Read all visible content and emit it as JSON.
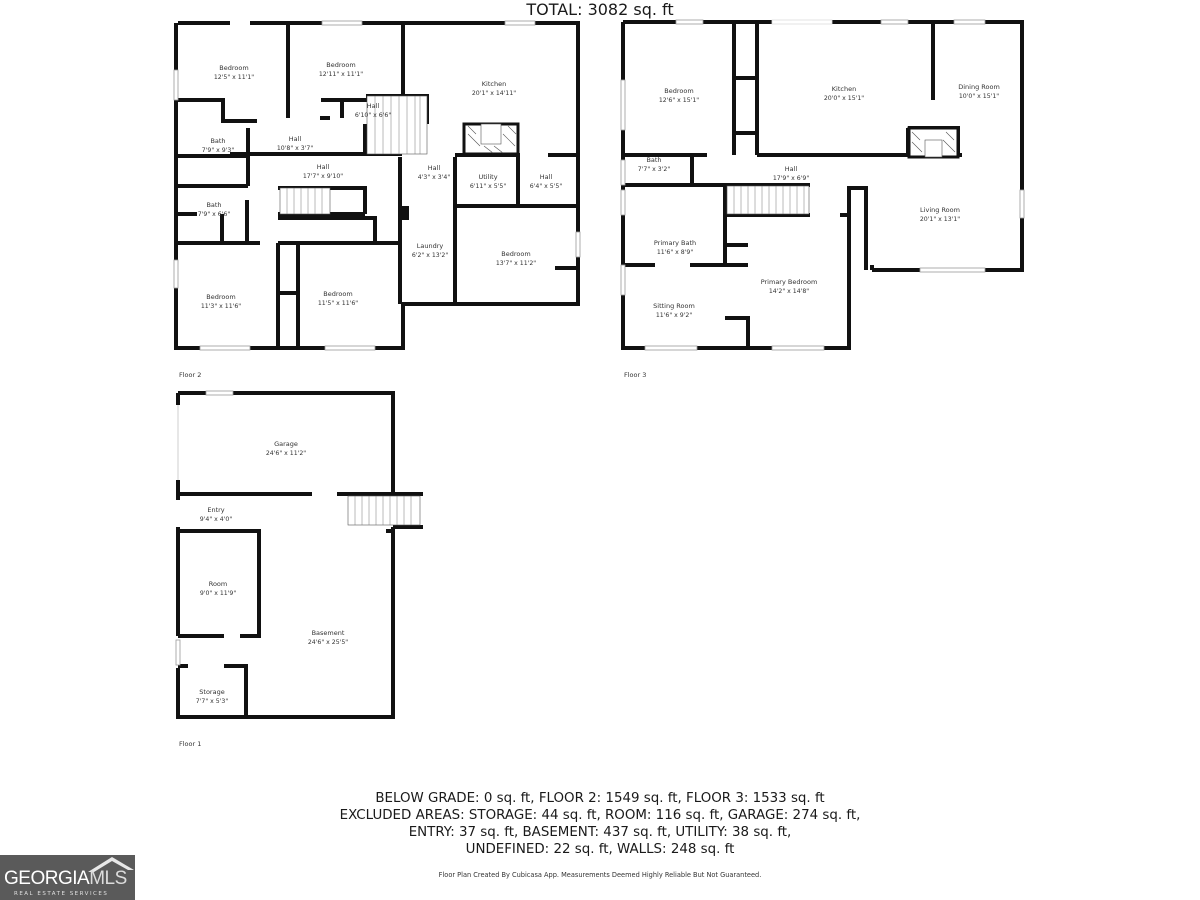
{
  "floors": {
    "floor2": {
      "label": "Floor 2",
      "rooms": [
        {
          "name": "Bedroom",
          "dims": "12'5\" x 11'1\""
        },
        {
          "name": "Bedroom",
          "dims": "12'11\" x 11'1\""
        },
        {
          "name": "Kitchen",
          "dims": "20'1\" x 14'11\""
        },
        {
          "name": "Hall",
          "dims": "6'10\" x 6'6\""
        },
        {
          "name": "Bath",
          "dims": "7'9\" x 9'3\""
        },
        {
          "name": "Hall",
          "dims": "10'8\" x 3'7\""
        },
        {
          "name": "Hall",
          "dims": "17'7\" x 9'10\""
        },
        {
          "name": "Hall",
          "dims": "4'3\" x 3'4\""
        },
        {
          "name": "Utility",
          "dims": "6'11\" x 5'5\""
        },
        {
          "name": "Hall",
          "dims": "6'4\" x 5'5\""
        },
        {
          "name": "Bath",
          "dims": "7'9\" x 6'6\""
        },
        {
          "name": "Laundry",
          "dims": "6'2\" x 13'2\""
        },
        {
          "name": "Bedroom",
          "dims": "13'7\" x 11'2\""
        },
        {
          "name": "Bedroom",
          "dims": "11'3\" x 11'6\""
        },
        {
          "name": "Bedroom",
          "dims": "11'5\" x 11'6\""
        }
      ]
    },
    "floor3": {
      "label": "Floor 3",
      "rooms": [
        {
          "name": "Bedroom",
          "dims": "12'6\" x 15'1\""
        },
        {
          "name": "Kitchen",
          "dims": "20'0\" x 15'1\""
        },
        {
          "name": "Dining Room",
          "dims": "10'0\" x 15'1\""
        },
        {
          "name": "Bath",
          "dims": "7'7\" x 3'2\""
        },
        {
          "name": "Hall",
          "dims": "17'9\" x 6'9\""
        },
        {
          "name": "Living Room",
          "dims": "20'1\" x 13'1\""
        },
        {
          "name": "Primary Bath",
          "dims": "11'6\" x 8'9\""
        },
        {
          "name": "Primary Bedroom",
          "dims": "14'2\" x 14'8\""
        },
        {
          "name": "Sitting Room",
          "dims": "11'6\" x 9'2\""
        }
      ]
    },
    "floor1": {
      "label": "Floor 1",
      "rooms": [
        {
          "name": "Garage",
          "dims": "24'6\" x 11'2\""
        },
        {
          "name": "Entry",
          "dims": "9'4\" x 4'0\""
        },
        {
          "name": "Room",
          "dims": "9'0\" x 11'9\""
        },
        {
          "name": "Basement",
          "dims": "24'6\" x 25'5\""
        },
        {
          "name": "Storage",
          "dims": "7'7\" x 5'3\""
        }
      ]
    }
  },
  "summary": {
    "total": "TOTAL: 3082 sq. ft",
    "lines": [
      "BELOW GRADE: 0 sq. ft, FLOOR 2: 1549 sq. ft, FLOOR 3: 1533 sq. ft",
      "EXCLUDED AREAS: STORAGE: 44 sq. ft, ROOM: 116 sq. ft, GARAGE: 274 sq. ft,",
      "ENTRY: 37 sq. ft, BASEMENT: 437 sq. ft, UTILITY: 38 sq. ft,",
      "UNDEFINED: 22 sq. ft, WALLS: 248 sq. ft"
    ],
    "footer_note": "Floor Plan Created By Cubicasa App. Measurements Deemed Highly Reliable But Not Guaranteed."
  },
  "logo": {
    "brand_main": "GEORGIA",
    "brand_suffix": "MLS",
    "tagline": "REAL ESTATE SERVICES",
    "icon": "house-roof-icon",
    "background": "#5a5a5a"
  },
  "colors": {
    "wall": "#111111",
    "text": "#333333",
    "background": "#ffffff"
  }
}
